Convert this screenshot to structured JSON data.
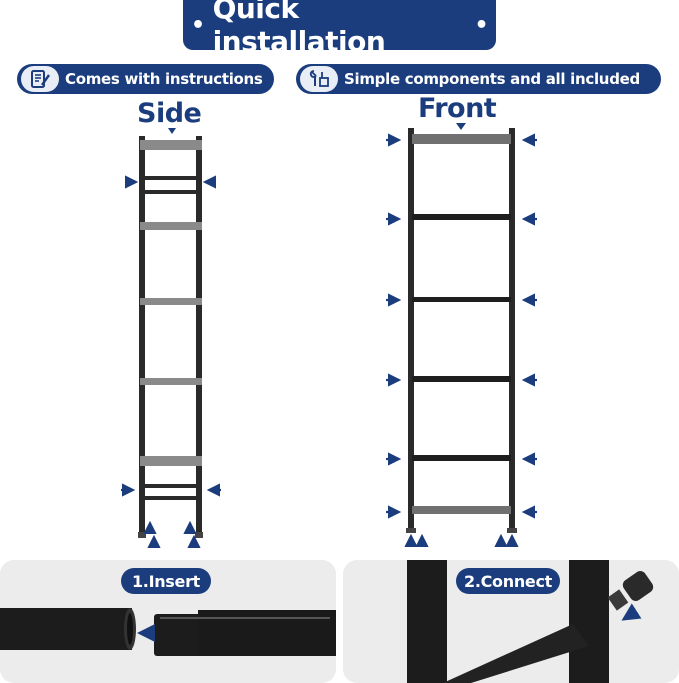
{
  "header": {
    "title": "Quick installation",
    "dot": "•"
  },
  "badges": {
    "instructions": "Comes with instructions",
    "components": "Simple components and all included"
  },
  "icons": {
    "instructions_icon": "document-pen-icon",
    "components_icon": "tools-icon",
    "arrow_icon": "arrow-icon"
  },
  "views": {
    "side": "Side",
    "front": "Front"
  },
  "steps": {
    "insert": "1.Insert",
    "connect": "2.Connect"
  },
  "colors": {
    "brand": "#1b3d7d",
    "panel": "#ececec",
    "metal": "#2a2a2a"
  }
}
